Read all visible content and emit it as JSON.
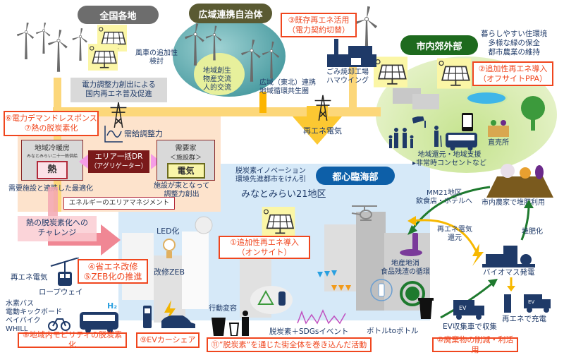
{
  "regions": {
    "nationwide": "全国各地",
    "wide_area": "広域連携自治体",
    "suburbs": "市内郊外部",
    "waterfront": "都心臨海部"
  },
  "measures": {
    "m1": [
      "①追加性再エネ導入",
      "（オンサイト）"
    ],
    "m2": [
      "②追加性再エネ導入",
      "（オフサイトPPA）"
    ],
    "m3": [
      "③既存再エネ活用",
      "（電力契約切替）"
    ],
    "m45": [
      "④省エネ改修",
      "⑤ZEB化の推進"
    ],
    "m67": [
      "⑥電力デマンドレスポンス",
      "⑦熱の脱炭素化"
    ],
    "m8": "⑧地域内モビリティの脱炭素化",
    "m9": "⑨EVカーシェア",
    "m10": "⑩廃棄物の削減・利活用",
    "m11": "⑪”脱炭素”を通じた街全体を巻き込んだ活動"
  },
  "labels": {
    "wind_study": [
      "風車の追加性",
      "検討"
    ],
    "regional": [
      "地域創生",
      "物産交流",
      "人的交流"
    ],
    "tohoku": [
      "広域（東北）連携",
      "地域循環共生圏"
    ],
    "incinerator": [
      "ごみ焼却工場",
      "ハマウイング"
    ],
    "grid_power": [
      "電力調整力創出による",
      "国内再エネ普及促進"
    ],
    "renew_elec": "再エネ電気",
    "supply_demand": "需給調整力",
    "suburb_goals": [
      "暮らしやすい住環境",
      "多様な緑の保全",
      "都市農業の維持"
    ],
    "local_support": [
      "地域還元・地域支援",
      "▸非常時コンセントなど"
    ],
    "direct_sales": "直売所",
    "dhc_title": "地域冷暖房",
    "dhc_sub": "みなとみらい二十一熱供給",
    "heat": "熱",
    "dr_title": "エリア一括DR",
    "dr_sub": "（アグリゲーター）",
    "consumer_title": "需要家",
    "consumer_sub": "＜施設群＞",
    "electricity": "電気",
    "optimize": "需要施設と連携した最適化",
    "facilities": [
      "施設が束となって",
      "調整力創出"
    ],
    "area_mgmt": "エネルギーのエリアマネジメント",
    "heat_challenge": [
      "熱の脱炭素化への",
      "チャレンジ"
    ],
    "innovation": [
      "脱炭素イノベーション",
      "環境先進都市をけん引"
    ],
    "mm21": "みなとみらい21地区",
    "led": "LED化",
    "zeb": "改修ZEB",
    "ropeway_elec": "再エネ電気",
    "ropeway": "ロープウェイ",
    "mobility": [
      "水素バス",
      "電動キックボード",
      "ベイバイク",
      "WHILL"
    ],
    "h2": "H₂",
    "behavior": "行動変容",
    "sdgs_event": "脱炭素＋SDGsイベント",
    "bottle": "ボトルtoボトル",
    "local_food": [
      "地産地消",
      "食品残渣の循環"
    ],
    "mm21_restaurants": [
      "MM21地区",
      "飲食店・ホテルへ"
    ],
    "return_elec": [
      "再エネ電気",
      "還元"
    ],
    "compost_farm": "市内農家で堆肥利用",
    "compost": "堆肥化",
    "biomass": "バイオマス発電",
    "ev_collect": "EV収集車で収集",
    "ev_charge": "再エネで充電",
    "ev": "EV"
  },
  "colors": {
    "accent_red": "#f0461e",
    "navy": "#1f3a68",
    "yellow_band": "#fcd77a",
    "green": "#1e6a1e",
    "blue_pill": "#0d5fa8"
  }
}
